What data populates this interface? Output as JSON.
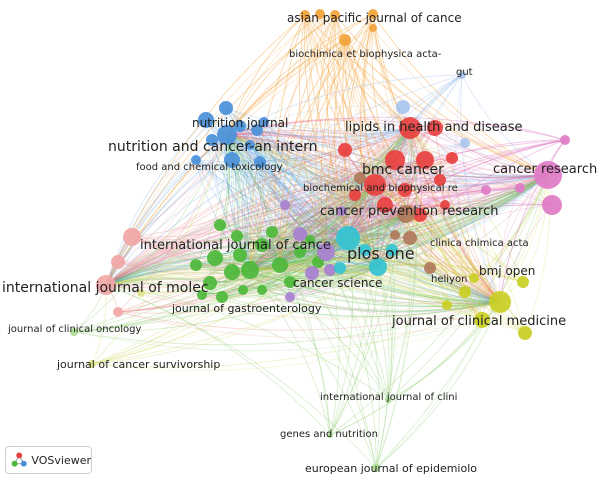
{
  "app_name": "VOSviewer",
  "colors": {
    "red": "#e8403f",
    "green": "#4db83b",
    "blue": "#4a90d9",
    "yellow": "#c9cf24",
    "purple": "#a880d0",
    "cyan": "#33c3d1",
    "orange": "#f3a33a",
    "brown": "#b07a5a",
    "pink": "#e07ac6",
    "lightpink": "#f1a6a6",
    "lightgreen": "#a7d990",
    "paleblue": "#a9c4ee",
    "paleyellow": "#dfe38b"
  },
  "labels": {
    "asian": "asian pacific journal of cance",
    "biochimica": "biochimica et biophysica acta-",
    "gut": "gut",
    "nutrition_journal": "nutrition journal",
    "nutrition_cancer": "nutrition and cancer-an intern",
    "lipids": "lipids in health and disease",
    "food_chem": "food and chemical toxicology",
    "bmc_cancer": "bmc cancer",
    "cancer_research": "cancer research",
    "biochemical": "biochemical and biophysical re",
    "cancer_prevention": "cancer prevention research",
    "ijc": "international journal of cance",
    "plos": "plos one",
    "clinica": "clinica chimica acta",
    "bmj": "bmj open",
    "ijmolec": "international journal of molec",
    "cancer_science": "cancer science",
    "heliyon": "heliyon",
    "gastro": "journal of gastroenterology",
    "clin_med": "journal of clinical medicine",
    "clin_onc": "journal of clinical oncology",
    "survivorship": "journal of cancer survivorship",
    "int_clini": "international journal of clini",
    "genes": "genes and nutrition",
    "euro_epi": "european journal of epidemiolo"
  }
}
